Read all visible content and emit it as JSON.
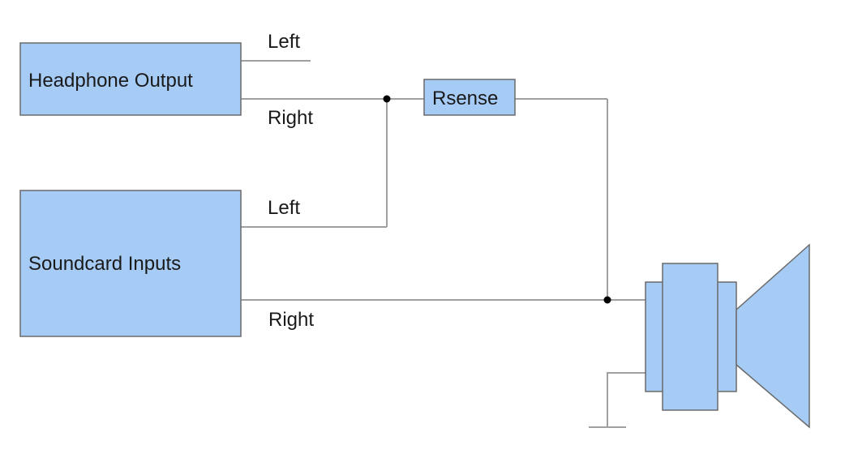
{
  "colors": {
    "block_fill": "#a6cbf5",
    "block_stroke": "#6a6a6a",
    "wire": "#a0a0a0",
    "junction": "#000000",
    "text": "#1a1a1a",
    "background": "#ffffff"
  },
  "blocks": {
    "headphone_output": "Headphone Output",
    "soundcard_inputs": "Soundcard Inputs",
    "rsense": "Rsense"
  },
  "labels": {
    "headphone_left": "Left",
    "headphone_right": "Right",
    "soundcard_left": "Left",
    "soundcard_right": "Right"
  },
  "icons": {
    "speaker": "speaker-icon",
    "ground": "ground-icon"
  }
}
